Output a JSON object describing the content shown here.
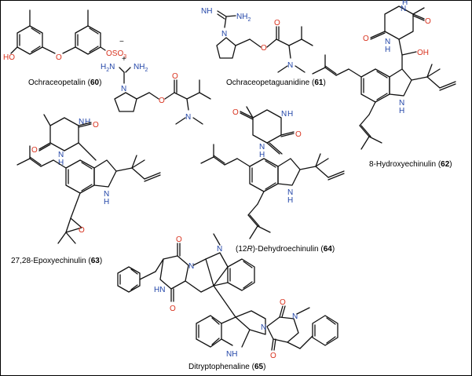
{
  "colors": {
    "oxygen": "#d8321e",
    "nitrogen": "#2346a8",
    "bond": "#111111"
  },
  "compounds": [
    {
      "id": "60",
      "name": "Ochraceopetalin",
      "number": "60"
    },
    {
      "id": "61",
      "name": "Ochraceopetaguanidine",
      "number": "61"
    },
    {
      "id": "62",
      "name": "8-Hydroxyechinulin",
      "number": "62"
    },
    {
      "id": "63",
      "name": "27,28-Epoxyechinulin",
      "number": "63"
    },
    {
      "id": "64",
      "name_prefix": "(12",
      "name_italic": "R",
      "name_suffix": ")-Dehydroechinulin",
      "number": "64"
    },
    {
      "id": "65",
      "name": "Ditryptophenaline",
      "number": "65"
    }
  ],
  "atom_labels": {
    "ho": "HO",
    "o": "O",
    "oso3": "OSO",
    "oso3_sub": "3",
    "oso3_sup": "−",
    "hn": "HN",
    "nh": "NH",
    "n": "N",
    "h2n": "H",
    "h2n_sub": "2",
    "nh2": "NH",
    "nh2_sub": "2",
    "plus": "+",
    "oh": "OH",
    "h": "H"
  }
}
